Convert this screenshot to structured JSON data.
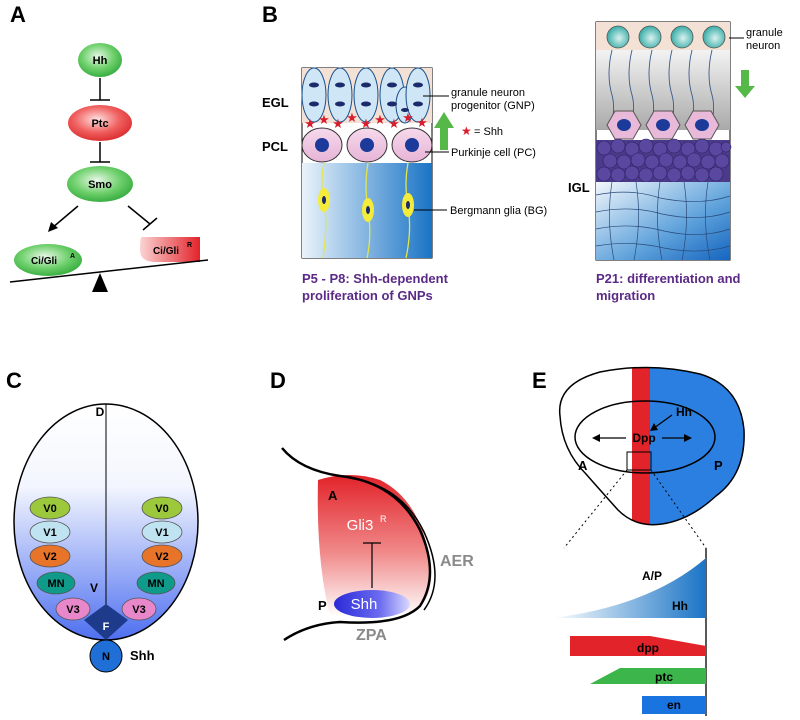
{
  "panels": {
    "A": {
      "letter": "A",
      "nodes": {
        "hh": "Hh",
        "ptc": "Ptc",
        "smo": "Smo",
        "gli_a": "Ci/Gli",
        "gli_a_sup": "A",
        "gli_r": "Ci/Gli",
        "gli_r_sup": "R"
      },
      "colors": {
        "green": "#3cb54a",
        "red": "#e2232a"
      }
    },
    "B": {
      "letter": "B",
      "layers": {
        "egl": "EGL",
        "pcl": "PCL",
        "igl": "IGL"
      },
      "callouts": {
        "gnp_line1": "granule neuron",
        "gnp_line2": "progenitor (GNP)",
        "shh_key": "= Shh",
        "pc": "Purkinje cell (PC)",
        "bg": "Bergmann glia (BG)",
        "gn_line1": "granule",
        "gn_line2": "neuron"
      },
      "captions": {
        "left_line1": "P5 - P8:  Shh-dependent",
        "left_line2": "proliferation of GNPs",
        "right_line1": "P21:  differentiation and",
        "right_line2": "migration"
      }
    },
    "C": {
      "letter": "C",
      "dorsal": "D",
      "ventral": "V",
      "floor": "F",
      "notochord": "N",
      "signal": "Shh",
      "domains": [
        "V0",
        "V1",
        "V2",
        "MN",
        "V3"
      ],
      "domain_colors": [
        "#9bc93b",
        "#bfe3f0",
        "#e8742a",
        "#0f9a8a",
        "#e887c9"
      ]
    },
    "D": {
      "letter": "D",
      "anterior": "A",
      "posterior": "P",
      "repressor": "Gli3",
      "repressor_sup": "R",
      "signal": "Shh",
      "aer": "AER",
      "zpa": "ZPA"
    },
    "E": {
      "letter": "E",
      "anterior": "A",
      "posterior": "P",
      "hh": "Hh",
      "dpp": "Dpp",
      "ap": "A/P",
      "profiles": {
        "hh": "Hh",
        "dpp": "dpp",
        "ptc": "ptc",
        "en": "en"
      }
    }
  }
}
